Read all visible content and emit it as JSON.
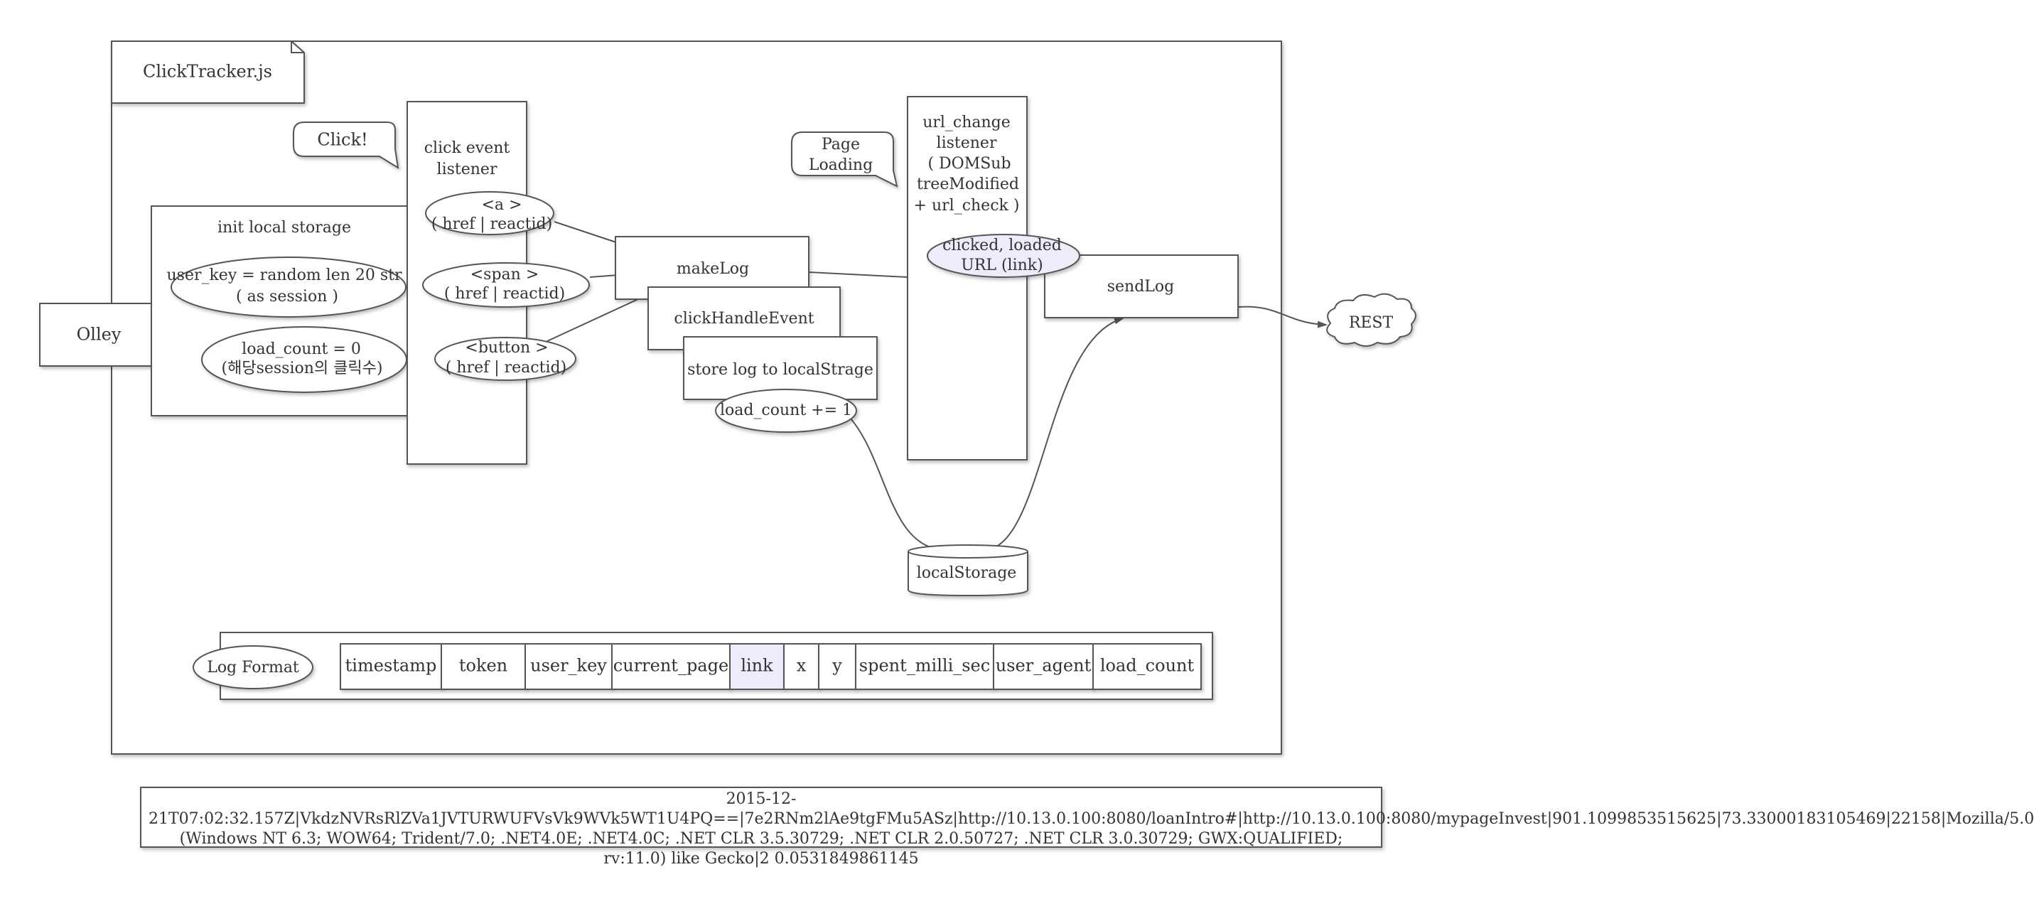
{
  "diagram": {
    "file_label": "ClickTracker.js",
    "client": "Olley",
    "init_storage": {
      "title": "init local storage",
      "user_key": [
        "user_key = random len 20 str",
        "( as session )"
      ],
      "load_count": [
        "load_count = 0",
        "(해당session의 클릭수)"
      ]
    },
    "click_bubble": "Click!",
    "click_listener": {
      "title": [
        "click event",
        "listener"
      ],
      "a": [
        "<a >",
        "( href | reactid)"
      ],
      "span": [
        "<span >",
        "( href | reactid)"
      ],
      "button": [
        "<button >",
        "( href | reactid)"
      ]
    },
    "make_log": "makeLog",
    "click_handle_event": "clickHandleEvent",
    "store_log": "store log to localStrage",
    "load_count_inc": "load_count += 1",
    "page_loading_bubble": [
      "Page",
      "Loading"
    ],
    "url_listener": {
      "title": [
        "url_change",
        "listener",
        "( DOMSub",
        "treeModified",
        "+ url_check )"
      ],
      "clicked": [
        "clicked, loaded",
        "URL (link)"
      ]
    },
    "send_log": "sendLog",
    "rest": "REST",
    "local_storage": "localStorage",
    "log_format": {
      "label": "Log Format",
      "fields": [
        "timestamp",
        "token",
        "user_key",
        "current_page",
        "link",
        "x",
        "y",
        "spent_milli_sec",
        "user_agent",
        "load_count"
      ]
    },
    "sample_log": "2015-12-21T07:02:32.157Z|VkdzNVRsRlZVa1JVTURWUFVsVk9WVk5WT1U4PQ==|7e2RNm2lAe9tgFMu5ASz|http://10.13.0.100:8080/loanIntro#|http://10.13.0.100:8080/mypageInvest|901.1099853515625|73.33000183105469|22158|Mozilla/5.0 (Windows NT 6.3; WOW64; Trident/7.0; .NET4.0E; .NET4.0C; .NET CLR 3.5.30729; .NET CLR 2.0.50727; .NET CLR 3.0.30729; GWX:QUALIFIED; rv:11.0) like Gecko|2 0.0531849861145",
    "colors": {
      "stroke": "#555555",
      "highlight": "#ececfb",
      "text": "#333333"
    }
  }
}
